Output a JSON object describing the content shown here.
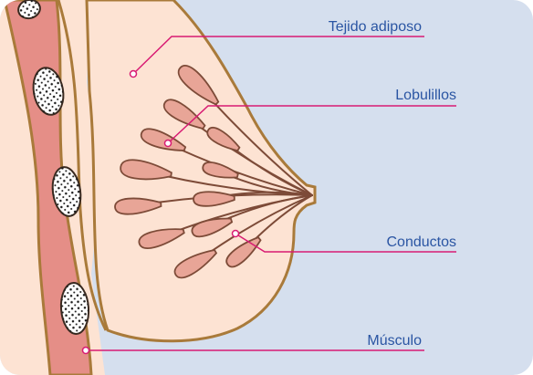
{
  "labels": {
    "adipose": "Tejido adiposo",
    "lobules": "Lobulillos",
    "ducts": "Conductos",
    "muscle": "Músculo"
  },
  "colors": {
    "background": "#d5dfee",
    "skin": "#fde3d3",
    "outline": "#a97a3a",
    "muscle": "#e58e87",
    "lobule_fill": "#e8a597",
    "lobule_stroke": "#7d4b38",
    "leader_line": "#d81b73",
    "label_text": "#2a55a3"
  }
}
